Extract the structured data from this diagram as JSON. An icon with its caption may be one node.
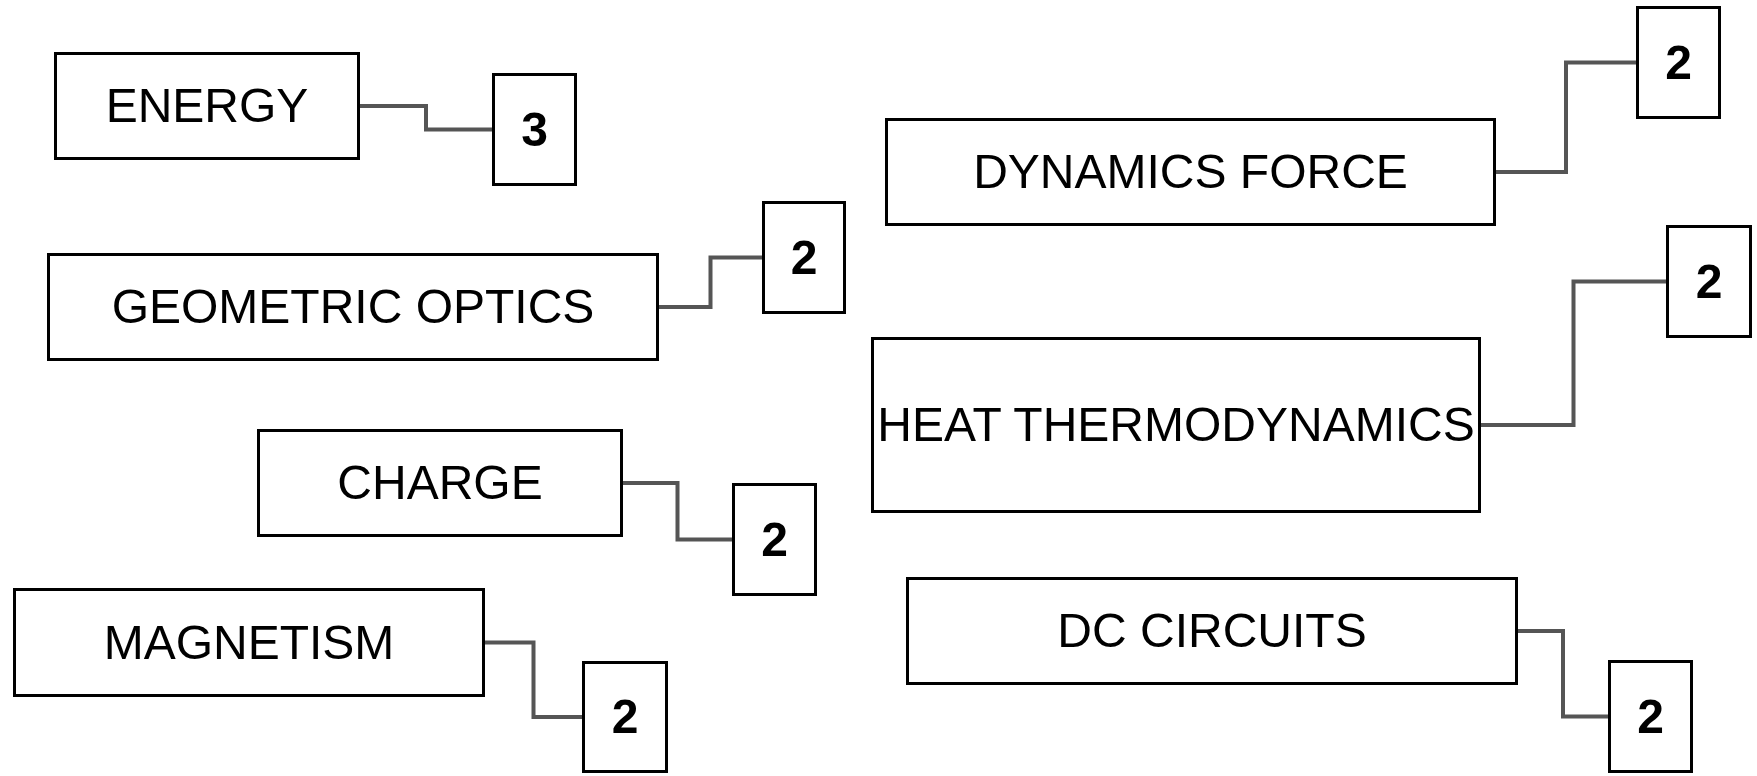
{
  "diagram": {
    "nodes": [
      {
        "text": [
          "ENERGY"
        ]
      },
      {
        "text": [
          "3"
        ]
      },
      {
        "text": [
          "DYNAMICS FORCE"
        ]
      },
      {
        "text": [
          "2"
        ]
      },
      {
        "text": [
          "GEOMETRIC OPTICS"
        ]
      },
      {
        "text": [
          "2"
        ]
      },
      {
        "text": [
          "HEAT THERMODYNAMICS"
        ]
      },
      {
        "text": [
          "2"
        ]
      },
      {
        "text": [
          "CHARGE"
        ]
      },
      {
        "text": [
          "2"
        ]
      },
      {
        "text": [
          "DC CIRCUITS"
        ]
      },
      {
        "text": [
          "2"
        ]
      },
      {
        "text": [
          "MAGNETISM"
        ]
      },
      {
        "text": [
          "2"
        ]
      }
    ],
    "edges": [
      {
        "from": 0,
        "to": 1,
        "arrow": "none"
      },
      {
        "from": 2,
        "to": 3,
        "arrow": "none"
      },
      {
        "from": 4,
        "to": 5,
        "arrow": "none"
      },
      {
        "from": 6,
        "to": 7,
        "arrow": "none"
      },
      {
        "from": 8,
        "to": 9,
        "arrow": "none"
      },
      {
        "from": 10,
        "to": 11,
        "arrow": "none"
      },
      {
        "from": 12,
        "to": 13,
        "arrow": "none"
      }
    ]
  }
}
